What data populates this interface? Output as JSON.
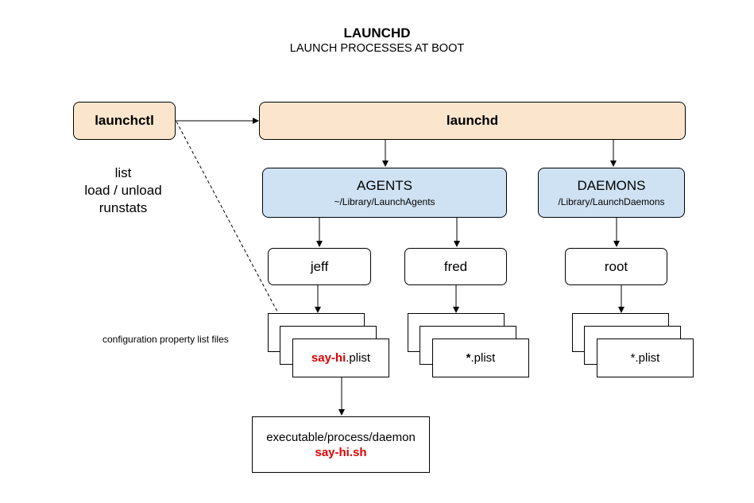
{
  "header": {
    "title": "LAUNCHD",
    "subtitle": "LAUNCH PROCESSES AT BOOT"
  },
  "launchctl": {
    "label": "launchctl",
    "commands": [
      "list",
      "load / unload",
      "runstats"
    ]
  },
  "launchd": {
    "label": "launchd"
  },
  "agents": {
    "label": "AGENTS",
    "path": "~/Library/LaunchAgents"
  },
  "daemons": {
    "label": "DAEMONS",
    "path": "/Library/LaunchDaemons"
  },
  "users": {
    "jeff": "jeff",
    "fred": "fred",
    "root": "root"
  },
  "plists": {
    "jeff": {
      "prefix": "say-hi",
      "suffix": ".plist"
    },
    "fred": {
      "prefix": "*",
      "suffix": ".plist"
    },
    "root": {
      "prefix": "*",
      "suffix": ".plist"
    }
  },
  "annotation": "configuration property list files",
  "executable": {
    "label": "executable/process/daemon",
    "name": "say-hi.sh"
  },
  "colors": {
    "peach": "#fce5cd",
    "blue": "#cfe2f3",
    "highlight": "#e00000"
  }
}
